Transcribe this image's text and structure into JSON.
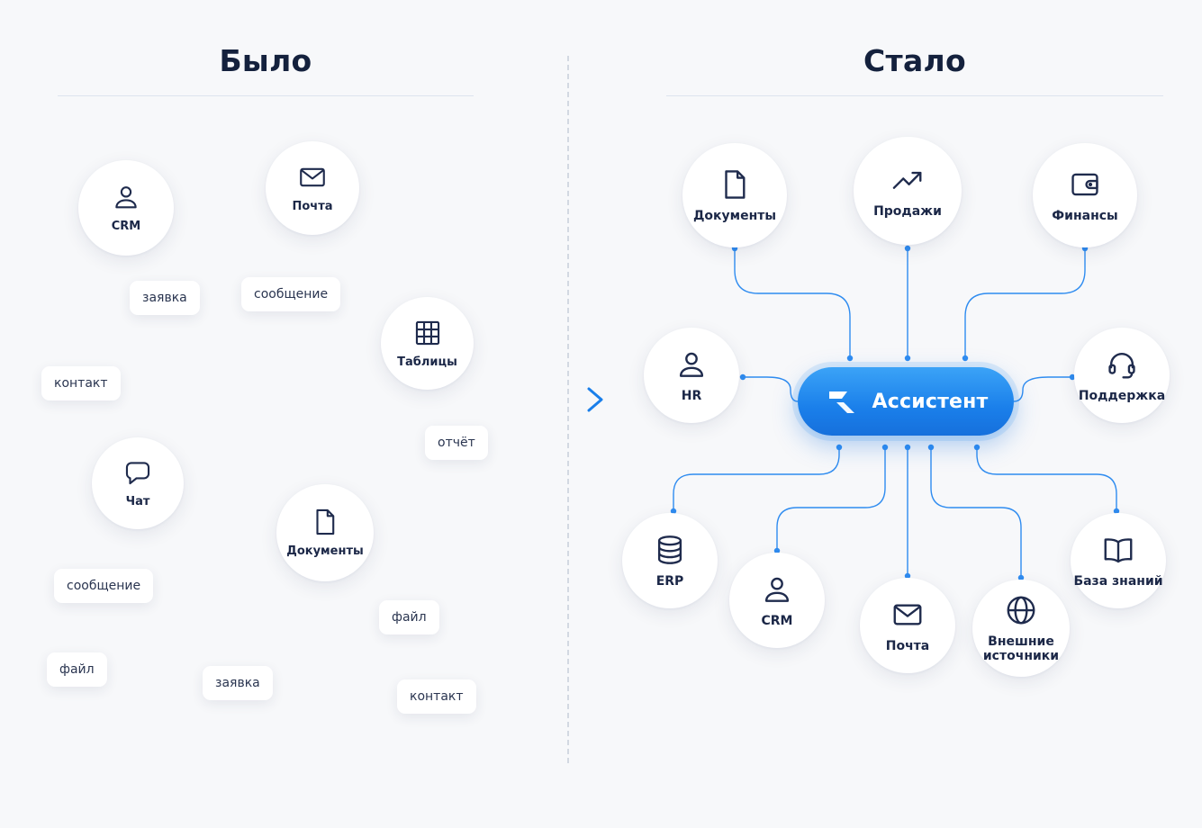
{
  "before": {
    "title": "Было",
    "nodes": {
      "crm": "CRM",
      "mail": "Почта",
      "tables": "Таблицы",
      "chat": "Чат",
      "documents": "Документы"
    },
    "chips": {
      "request_1": "заявка",
      "message_1": "сообщение",
      "contact_1": "контакт",
      "report": "отчёт",
      "message_2": "сообщение",
      "file_1": "файл",
      "file_2": "файл",
      "request_2": "заявка",
      "contact_2": "контакт"
    }
  },
  "after": {
    "title": "Стало",
    "hub": "Ассистент",
    "nodes": {
      "documents": "Документы",
      "sales": "Продажи",
      "finance": "Финансы",
      "hr": "HR",
      "support": "Поддержка",
      "erp": "ERP",
      "crm": "CRM",
      "mail": "Почта",
      "external": "Внешние источники",
      "knowledge": "База знаний"
    }
  },
  "colors": {
    "accent": "#1a7fea",
    "connector": "#2f8cf0",
    "icon": "#1f2b4d",
    "background": "#f7f8fa"
  }
}
